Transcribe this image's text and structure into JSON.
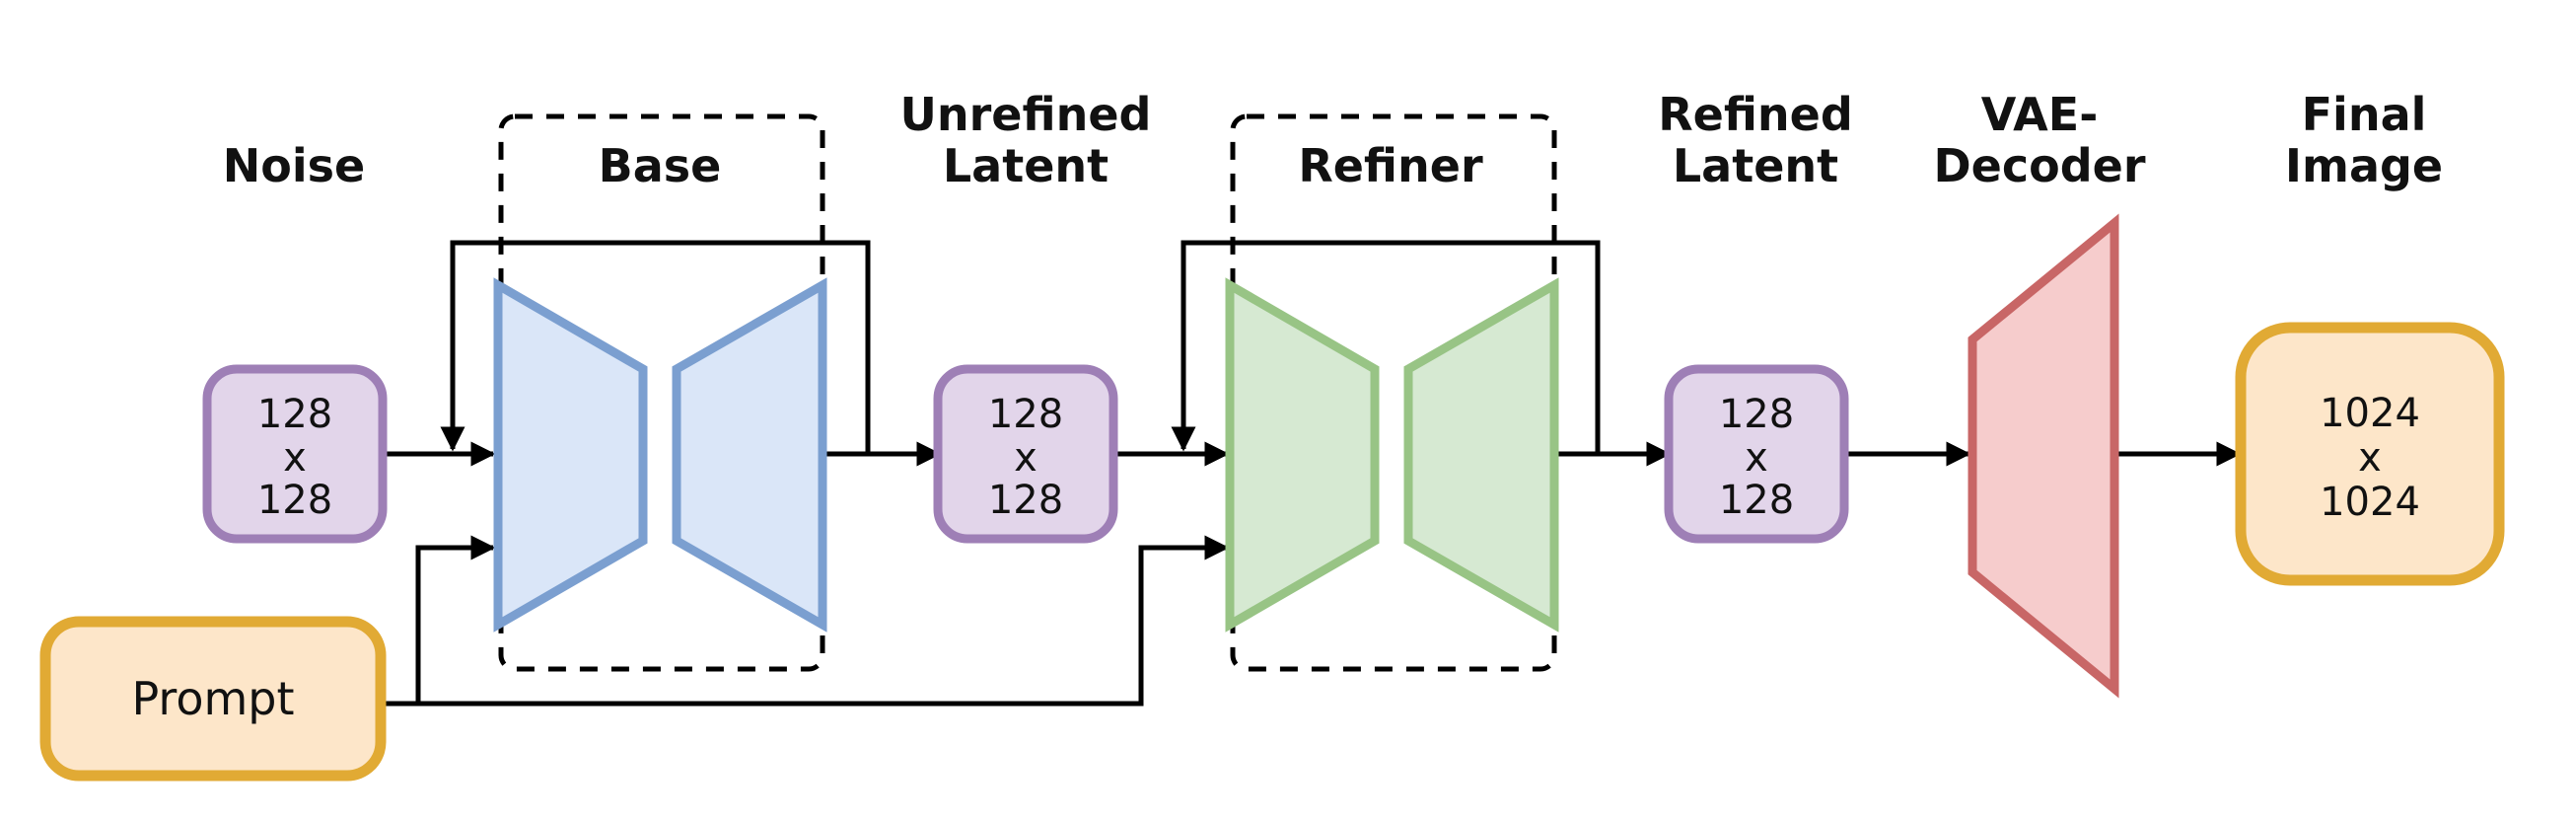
{
  "labels": {
    "noise": "Noise",
    "base": "Base",
    "unrefined": [
      "Unrefined",
      "Latent"
    ],
    "refiner": "Refiner",
    "refined": [
      "Refined",
      "Latent"
    ],
    "vae": [
      "VAE-",
      "Decoder"
    ],
    "final": [
      "Final",
      "Image"
    ]
  },
  "latents": {
    "noise": [
      "128",
      "x",
      "128"
    ],
    "unrefined": [
      "128",
      "x",
      "128"
    ],
    "refined": [
      "128",
      "x",
      "128"
    ]
  },
  "final_image": [
    "1024",
    "x",
    "1024"
  ],
  "prompt": "Prompt",
  "colors": {
    "latent_fill": "#e2d5ea",
    "latent_stroke": "#9e7fb6",
    "base_fill": "#dae6f8",
    "base_stroke": "#7b9fd0",
    "refiner_fill": "#d6e9d2",
    "refiner_stroke": "#98c485",
    "vae_fill": "#f6cccc",
    "vae_stroke": "#c86666",
    "io_fill": "#fde6c9",
    "io_stroke": "#e1aa34"
  }
}
